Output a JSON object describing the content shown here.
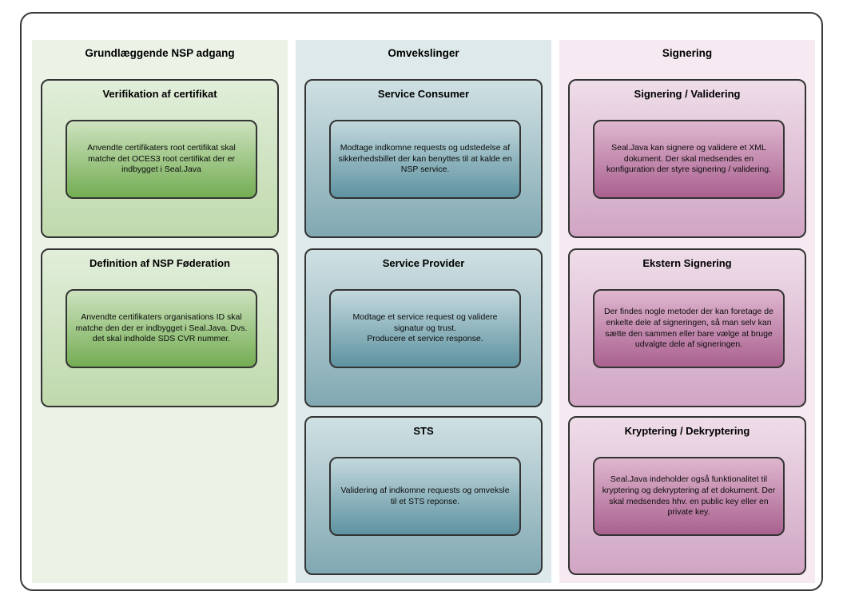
{
  "frame": {
    "background": "#ffffff",
    "border_color": "#383838",
    "box_border_color": "#333333"
  },
  "columns": [
    {
      "title": "Grundlæggende NSP adgang",
      "panel_bg": "#ebf3e7",
      "box_gradient": [
        "#e1eeda",
        "#bfd9ac"
      ],
      "inner_gradient": [
        "#cde2bf",
        "#74ad53"
      ],
      "boxes": [
        {
          "title": "Verifikation af certifikat",
          "text": "Anvendte certifikaters root certifikat skal matche det OCES3 root certifikat der er indbygget i Seal.Java"
        },
        {
          "title": "Definition af NSP Føderation",
          "text": "Anvendte certifikaters organisations ID skal matche den der er indbygget i Seal.Java. Dvs. det skal indholde SDS CVR nummer."
        }
      ]
    },
    {
      "title": "Omvekslinger",
      "panel_bg": "#dde9ea",
      "box_gradient": [
        "#cfe0e3",
        "#81a8b2"
      ],
      "inner_gradient": [
        "#c2d8dc",
        "#5f93a1"
      ],
      "boxes": [
        {
          "title": "Service Consumer",
          "text": "Modtage indkomne requests og udstedelse af sikkerhedsbillet der kan benyttes til at kalde en NSP service."
        },
        {
          "title": "Service Provider",
          "text": "Modtage et service request og validere signatur og trust.\nProducere et service response."
        },
        {
          "title": "STS",
          "text": "Validering af indkomne requests og omveksle til et STS reponse."
        }
      ]
    },
    {
      "title": "Signering",
      "panel_bg": "#f7e9f1",
      "box_gradient": [
        "#efdde9",
        "#d0a5c3"
      ],
      "inner_gradient": [
        "#dfb7cf",
        "#aa6190"
      ],
      "boxes": [
        {
          "title": "Signering / Validering",
          "text": "Seal.Java kan signere og validere et XML dokument. Der skal medsendes en konfiguration der styre signering / validering."
        },
        {
          "title": "Ekstern Signering",
          "text": "Der findes nogle metoder der kan foretage de enkelte dele af signeringen, så man selv kan sætte den sammen eller bare vælge at bruge udvalgte dele af signeringen."
        },
        {
          "title": "Kryptering / Dekryptering",
          "text": "Seal.Java indeholder også funktionalitet til kryptering og dekryptering af et dokument. Der skal medsendes hhv. en public key eller en private key."
        }
      ]
    }
  ]
}
